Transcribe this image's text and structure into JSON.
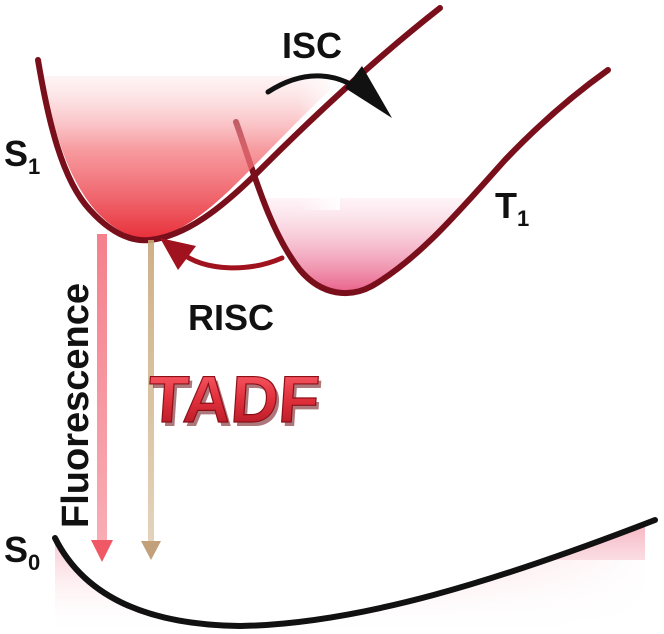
{
  "diagram": {
    "states": {
      "s1": {
        "letter": "S",
        "sub": "1"
      },
      "t1": {
        "letter": "T",
        "sub": "1"
      },
      "s0": {
        "letter": "S",
        "sub": "0"
      }
    },
    "labels": {
      "isc": "ISC",
      "risc": "RISC",
      "fluorescence": "Fluorescence",
      "tadf": "TADF"
    }
  },
  "colors": {
    "curve_dark_red": "#7a0f1c",
    "ground_curve": "#111111",
    "s1_fill": "#e8303a",
    "t1_fill": "#e6527e",
    "s0_fill": "#f4a9b8",
    "fluorescence_arrow": "#f26a78",
    "tadf_arrow": "#c9a87a",
    "risc_arrow": "#a0121e",
    "isc_arrow": "#111111",
    "tadf_text": "#e02f3b"
  }
}
